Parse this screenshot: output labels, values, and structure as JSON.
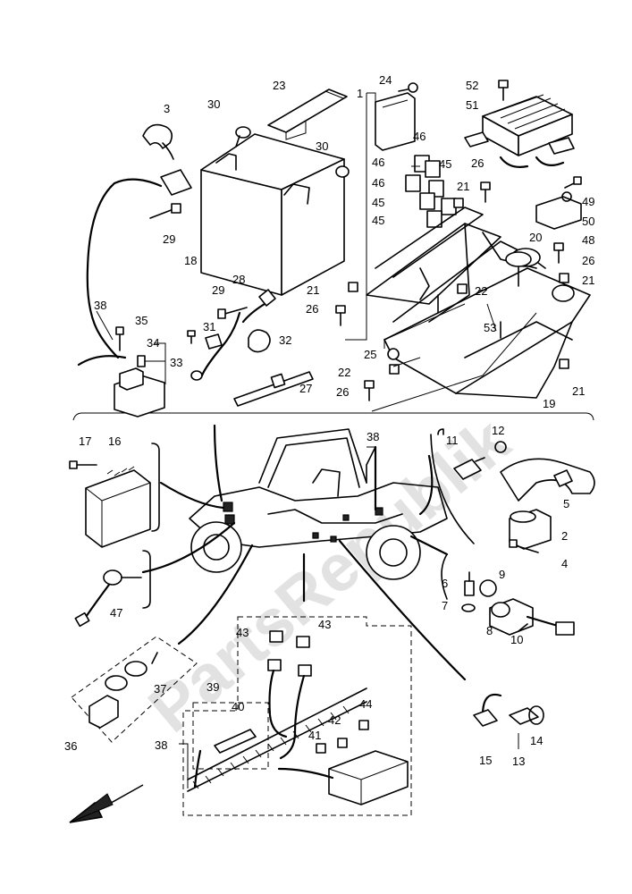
{
  "watermark": "PartsRepublik",
  "labels": {
    "l1": "1",
    "l2": "2",
    "l3": "3",
    "l4": "4",
    "l5": "5",
    "l6": "6",
    "l7": "7",
    "l8": "8",
    "l9": "9",
    "l10": "10",
    "l11": "11",
    "l12": "12",
    "l13": "13",
    "l14": "14",
    "l15": "15",
    "l16": "16",
    "l17": "17",
    "l18": "18",
    "l19": "19",
    "l20": "20",
    "l21": "21",
    "l22": "22",
    "l23": "23",
    "l24": "24",
    "l25": "25",
    "l26": "26",
    "l27": "27",
    "l28": "28",
    "l29": "29",
    "l30": "30",
    "l31": "31",
    "l32": "32",
    "l33": "33",
    "l34": "34",
    "l35": "35",
    "l36": "36",
    "l37": "37",
    "l38": "38",
    "l39": "39",
    "l40": "40",
    "l41": "41",
    "l42": "42",
    "l43": "43",
    "l44": "44",
    "l45": "45",
    "l46": "46",
    "l47": "47",
    "l48": "48",
    "l49": "49",
    "l50": "50",
    "l51": "51",
    "l52": "52",
    "l53": "53"
  },
  "colors": {
    "line": "#000000",
    "background": "#ffffff",
    "watermark": "#d4d4d4"
  }
}
